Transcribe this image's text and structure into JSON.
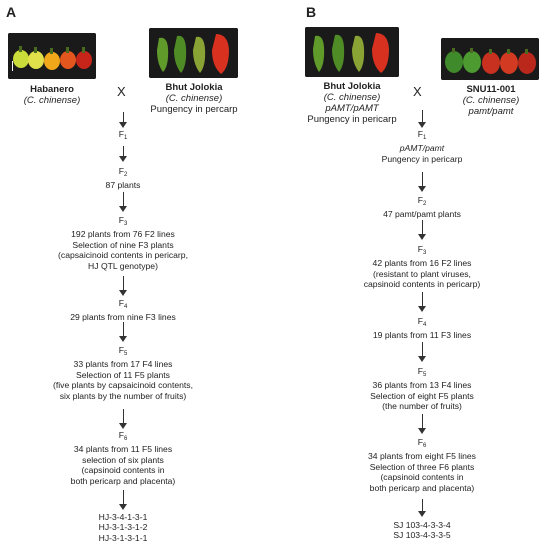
{
  "panel_a": {
    "letter": "A",
    "parent1": {
      "name": "Habanero",
      "species": "(C. chinense)"
    },
    "parent2": {
      "name": "Bhut Jolokia",
      "species": "(C. chinense)",
      "note": "Pungency in percarp"
    },
    "cross": "X",
    "gens": [
      {
        "label": "F",
        "sub": "1",
        "lines": []
      },
      {
        "label": "F",
        "sub": "2",
        "lines": [
          "87 plants"
        ]
      },
      {
        "label": "F",
        "sub": "3",
        "lines": [
          "192 plants from 76 F2 lines",
          "Selection of nine F3  plants",
          "(capsaicinoid contents in pericarp,",
          "HJ QTL genotype)"
        ]
      },
      {
        "label": "F",
        "sub": "4",
        "lines": [
          "29 plants from nine F3 lines"
        ]
      },
      {
        "label": "F",
        "sub": "5",
        "lines": [
          "33 plants from 17 F4 lines",
          "Selection of 11 F5 plants",
          "(five plants by capsaicinoid contents,",
          "six plants by the number of fruits)"
        ]
      },
      {
        "label": "F",
        "sub": "6",
        "lines": [
          "34 plants from 11 F5 lines",
          "selection of six plants",
          "(capsinoid contents in",
          "both pericarp and placenta)"
        ]
      }
    ],
    "final_lines": [
      "HJ-3-4-1-3-1",
      "HJ-3-1-3-1-2",
      "HJ-3-1-3-1-1"
    ]
  },
  "panel_b": {
    "letter": "B",
    "parent1": {
      "name": "Bhut Jolokia",
      "species": "(C. chinense)",
      "genotype": "pAMT/pAMT",
      "note": "Pungency in pericarp"
    },
    "parent2": {
      "name": "SNU11-001",
      "species": "(C. chinense)",
      "genotype": "pamt/pamt"
    },
    "cross": "X",
    "gens": [
      {
        "label": "F",
        "sub": "1",
        "lines": [
          "pAMT/pamt",
          "Pungency in pericarp"
        ]
      },
      {
        "label": "F",
        "sub": "2",
        "lines": [
          "47 pamt/pamt plants"
        ]
      },
      {
        "label": "F",
        "sub": "3",
        "lines": [
          "42 plants from 16 F2 lines",
          "(resistant to plant viruses,",
          "capsinoid contents in pericarp)"
        ]
      },
      {
        "label": "F",
        "sub": "4",
        "lines": [
          "19 plants from 11 F3 lines"
        ]
      },
      {
        "label": "F",
        "sub": "5",
        "lines": [
          "36 plants from 13 F4 lines",
          "Selection of eight F5 plants",
          "(the number of fruits)"
        ]
      },
      {
        "label": "F",
        "sub": "6",
        "lines": [
          "34 plants from eight F5 lines",
          "Selection of three F6 plants",
          "(capsinoid contents in",
          "both pericarp and placenta)"
        ]
      }
    ],
    "final_lines": [
      "SJ 103-4-3-3-4",
      "SJ 103-4-3-3-5"
    ]
  },
  "colors": {
    "photo_bg": "#1b1b1b",
    "text": "#222222",
    "arrow": "#333333"
  }
}
